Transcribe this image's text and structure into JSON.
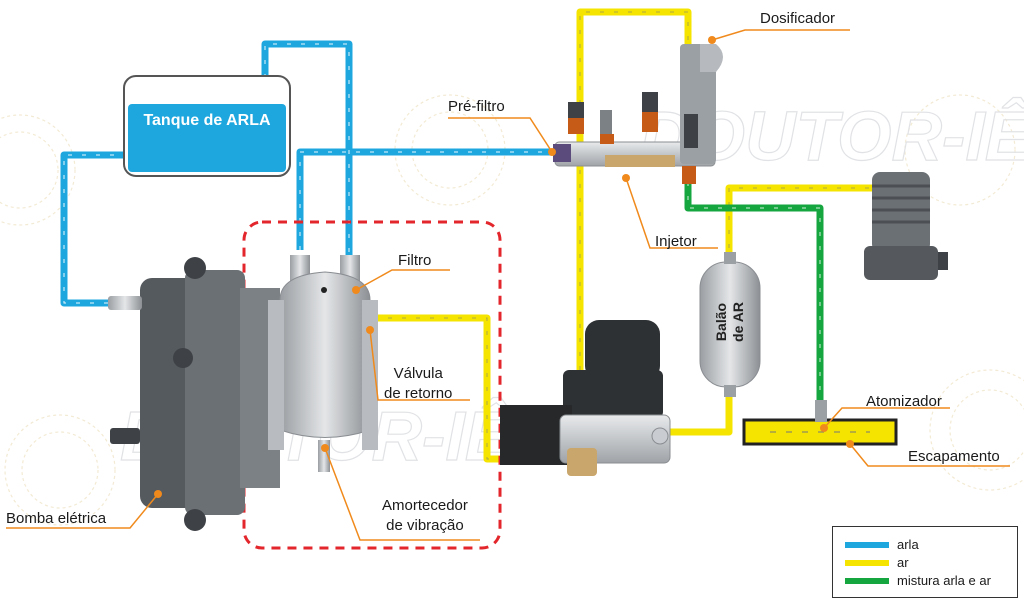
{
  "colors": {
    "arla": "#1ea7df",
    "ar": "#f5e400",
    "mistura": "#16a63f",
    "leader": "#f08a1c",
    "zone": "#e3262c"
  },
  "components": {
    "tank": "Tanque de ARLA",
    "balloon": "Balão de AR"
  },
  "labels": {
    "dosificador": "Dosificador",
    "pre_filtro": "Pré-filtro",
    "injetor": "Injetor",
    "filtro": "Filtro",
    "valvula": "Válvula\nde retorno",
    "amortecedor": "Amortecedor\nde vibração",
    "bomba": "Bomba elétrica",
    "atomizador": "Atomizador",
    "escapamento": "Escapamento"
  },
  "legend": [
    {
      "label": "arla",
      "color": "#1ea7df"
    },
    {
      "label": "ar",
      "color": "#f5e400"
    },
    {
      "label": "mistura arla e ar",
      "color": "#16a63f"
    }
  ],
  "watermark": "DOUTOR-IÊ"
}
